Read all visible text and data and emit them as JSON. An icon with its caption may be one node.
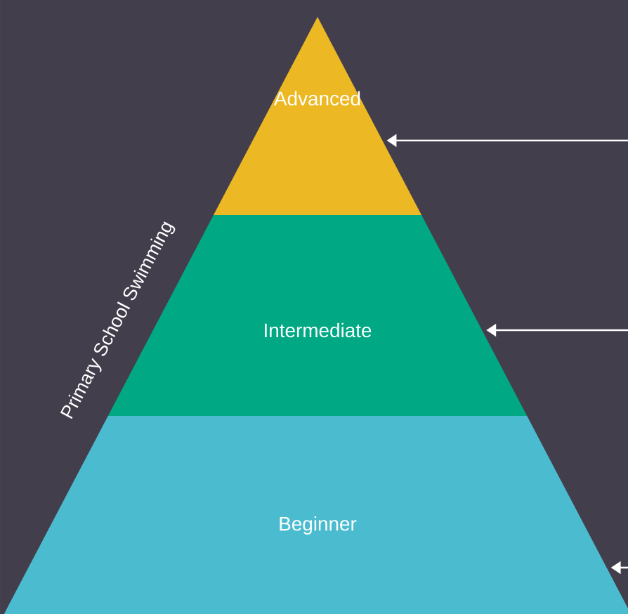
{
  "diagram": {
    "nodes": [
      {
        "text": [
          "Advanced"
        ]
      },
      {
        "text": [
          "Intermediate"
        ]
      },
      {
        "text": [
          "Beginner"
        ]
      }
    ],
    "edges": [
      {
        "from": null,
        "to": 0,
        "arrow": "to"
      },
      {
        "from": null,
        "to": 1,
        "arrow": "to"
      },
      {
        "from": null,
        "to": 2,
        "arrow": "to"
      }
    ],
    "labels": [
      "Primary School Swimming"
    ]
  }
}
